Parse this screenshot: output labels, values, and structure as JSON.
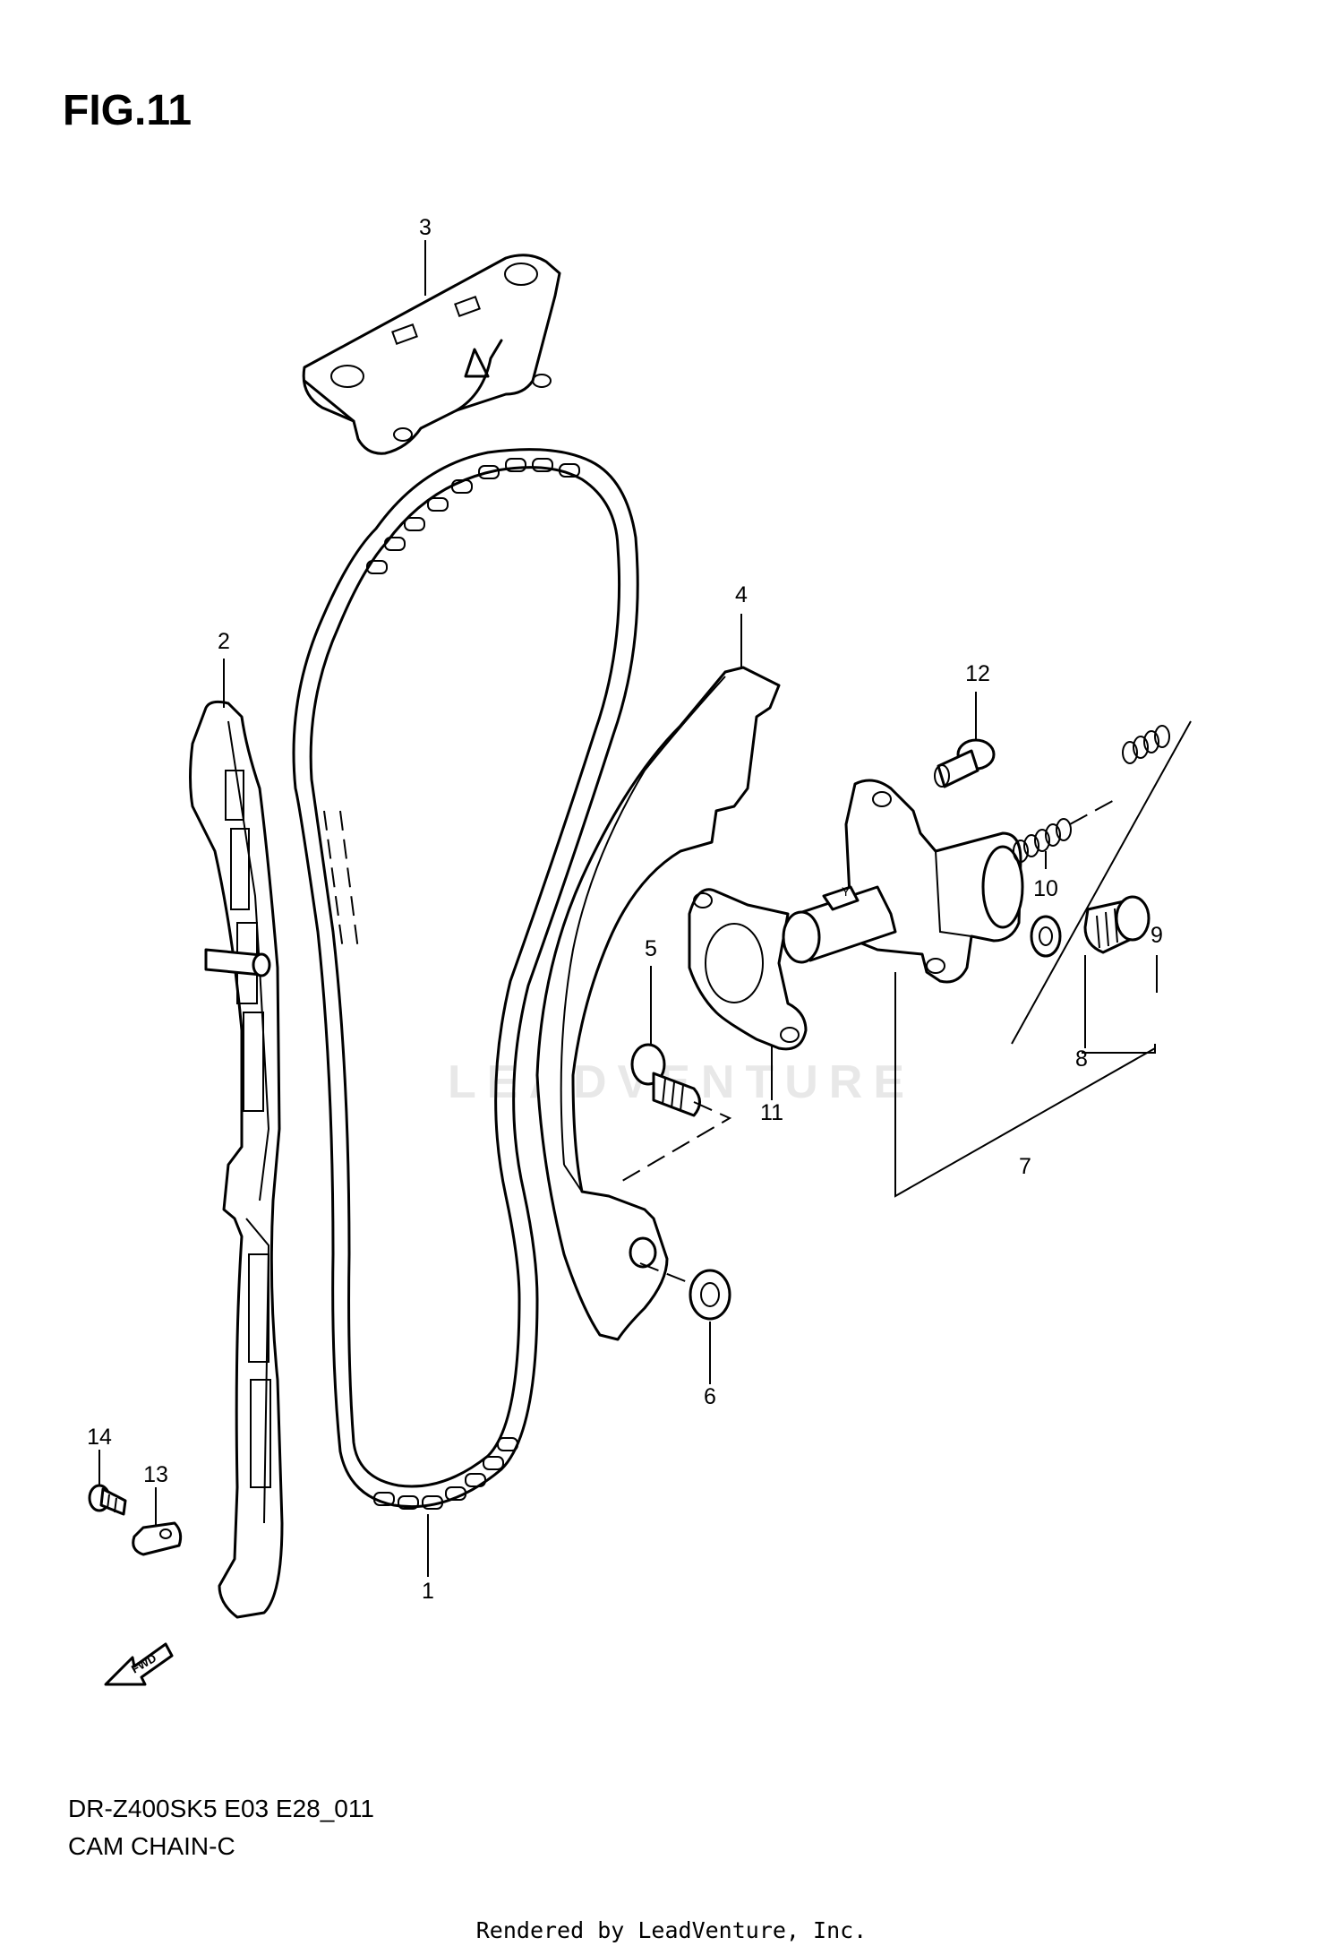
{
  "figure": {
    "title": "FIG.11"
  },
  "callouts": [
    {
      "id": "1",
      "label": "1"
    },
    {
      "id": "2",
      "label": "2"
    },
    {
      "id": "3",
      "label": "3"
    },
    {
      "id": "4",
      "label": "4"
    },
    {
      "id": "5",
      "label": "5"
    },
    {
      "id": "6",
      "label": "6"
    },
    {
      "id": "7",
      "label": "7"
    },
    {
      "id": "8",
      "label": "8"
    },
    {
      "id": "9",
      "label": "9"
    },
    {
      "id": "10",
      "label": "10"
    },
    {
      "id": "11",
      "label": "11"
    },
    {
      "id": "12",
      "label": "12"
    },
    {
      "id": "13",
      "label": "13"
    },
    {
      "id": "14",
      "label": "14"
    }
  ],
  "fwd_arrow": {
    "label": "FWD"
  },
  "footer": {
    "model": "DR-Z400SK5 E03 E28_011",
    "name": "CAM CHAIN-C",
    "rendered_by": "Rendered by LeadVenture, Inc."
  },
  "watermark": {
    "text": "LEADVENTURE"
  }
}
